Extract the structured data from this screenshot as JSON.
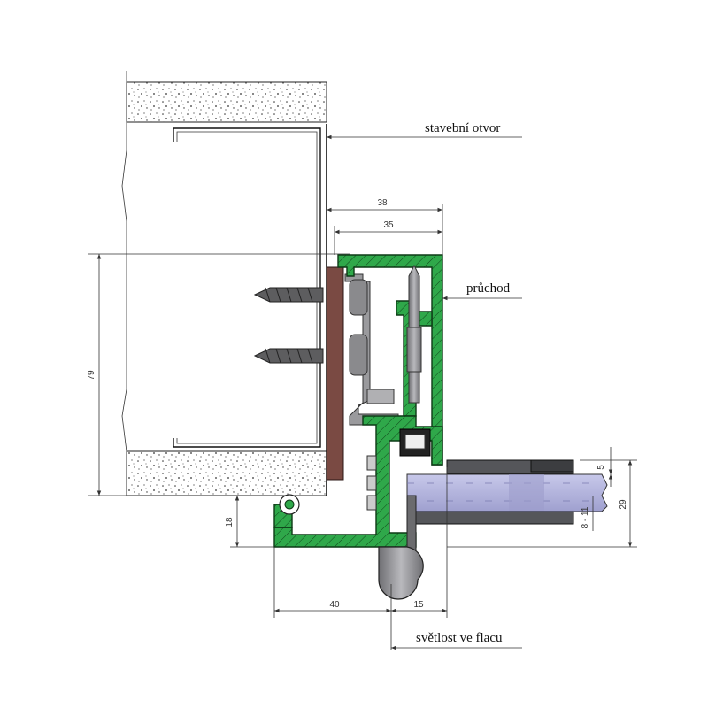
{
  "labels": {
    "opening": "stavební otvor",
    "passage": "průchod",
    "clear_width": "světlost ve flacu"
  },
  "dimensions": {
    "d38": "38",
    "d35": "35",
    "d79": "79",
    "d18": "18",
    "d40": "40",
    "d15": "15",
    "d5": "5",
    "d29": "29",
    "d8_11": "8 - 11"
  },
  "colors": {
    "profile": "#2fa84a",
    "profile_edge": "#0d3a16",
    "shim": "#7a4a43",
    "glass": "#b3b4dc",
    "seal": "#8a8a8e",
    "screw": "#5d5d5f",
    "wall_fill": "#ffffff"
  }
}
